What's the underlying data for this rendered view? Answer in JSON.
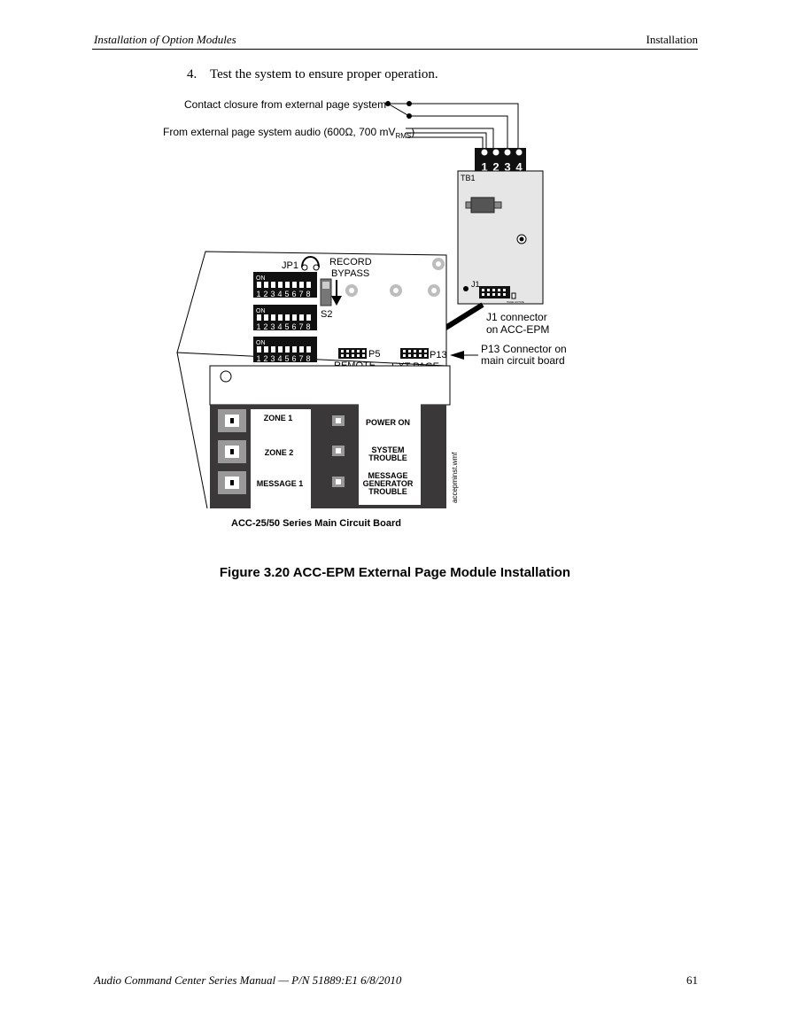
{
  "header": {
    "section": "Installation of Option Modules",
    "chapter": "Installation"
  },
  "step": {
    "number": "4.",
    "text": "Test the system to ensure proper operation."
  },
  "figure": {
    "contact_closure": "Contact closure from external page system",
    "audio_prefix": "From external page system audio (600",
    "audio_ohm": "Ω",
    "audio_mid": ", 700 mV",
    "audio_sub": "RMS",
    "audio_close": ")",
    "terminals": [
      "1",
      "2",
      "3",
      "4"
    ],
    "tb1": "TB1",
    "j1": "J1",
    "j1_side_label": "PAGE ACTIVE",
    "j1_connector_line1": "J1 connector",
    "j1_connector_line2": "on ACC-EPM",
    "jp1": "JP1",
    "record_line1": "RECORD",
    "record_line2": "BYPASS",
    "dip_on": "ON",
    "dip_digits": [
      "1",
      "2",
      "3",
      "4",
      "5",
      "6",
      "7",
      "8"
    ],
    "s2": "S2",
    "p5": "P5",
    "remote": "REMOTE",
    "p13": "P13",
    "ext_page": "EXT PAGE",
    "p13_connector_line1": "P13 Connector on",
    "p13_connector_line2": "main circuit board",
    "zones": [
      "ZONE 1",
      "ZONE 2",
      "MESSAGE 1"
    ],
    "status_power": "POWER  ON",
    "status_system_1": "SYSTEM",
    "status_system_2": "TROUBLE",
    "status_msg_1": "MESSAGE",
    "status_msg_2": "GENERATOR",
    "status_msg_3": "TROUBLE",
    "file_name": "accepminst.wmf",
    "board_caption": "ACC-25/50 Series Main Circuit Board"
  },
  "caption": "Figure 3.20  ACC-EPM External Page Module Installation",
  "footer": {
    "manual": "Audio Command Center Series Manual",
    "part": " — P/N 51889:E1  6/8/2010",
    "page": "61"
  }
}
